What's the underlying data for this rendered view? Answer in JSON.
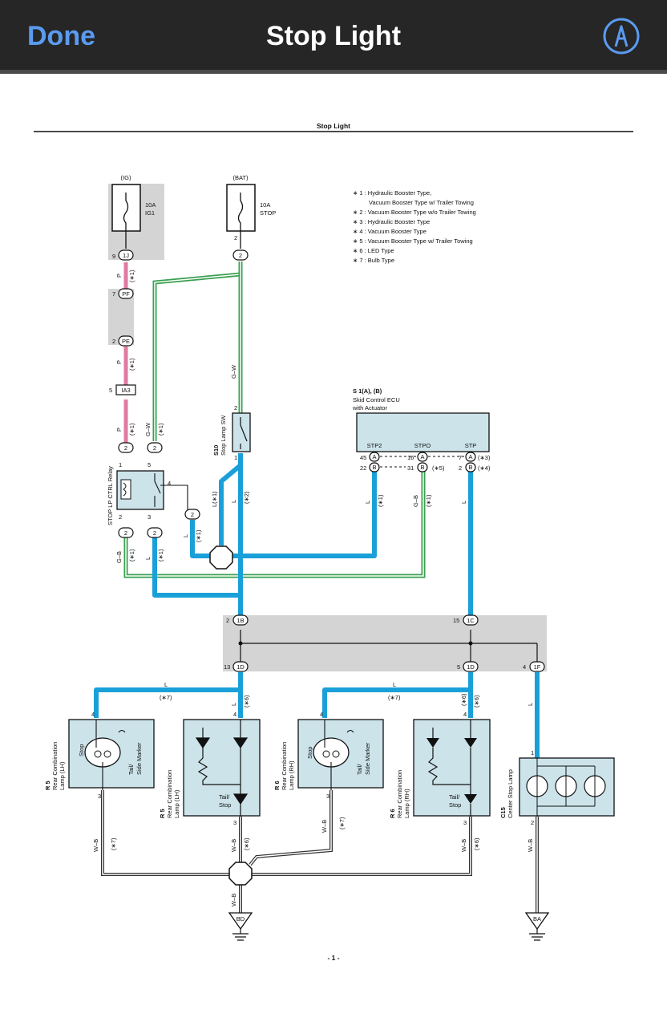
{
  "nav": {
    "done_label": "Done",
    "title": "Stop Light",
    "markup_icon": "pen-markup-icon",
    "accent": "#5a9bf0"
  },
  "diagram": {
    "header": "Stop Light",
    "page_number": "- 1 -",
    "colors": {
      "wire_L": "#1aa0d8",
      "wire_P": "#e07aa0",
      "wire_G": "#3aa050",
      "component_fill": "#cce3ea",
      "shade": "#d4d4d4"
    },
    "sources": {
      "ig": "(IG)",
      "bat": "(BAT)"
    },
    "fuses": {
      "ig1_amp": "10A",
      "ig1_name": "IG1",
      "stop_amp": "10A",
      "stop_name": "STOP"
    },
    "notes": [
      "∗ 1 : Hydraulic Booster Type,",
      "Vacuum Booster Type w/ Trailer Towing",
      "∗ 2 : Vacuum Booster Type w/o Trailer Towing",
      "∗ 3 : Hydraulic Booster Type",
      "∗ 4 : Vacuum Booster Type",
      "∗ 5 : Vacuum Booster Type w/ Trailer Towing",
      "∗ 6 : LED Type",
      "∗ 7 : Bulb Type"
    ],
    "ecu": {
      "code": "S 1(A), (B)",
      "name": "Skid Control ECU",
      "name2": "with Actuator",
      "pins": [
        "STP2",
        "STPO",
        "STP"
      ]
    },
    "connectors": {
      "1J": "1J",
      "PF": "PF",
      "PE": "PE",
      "IA3": "IA3",
      "1B": "1B",
      "1C": "1C",
      "1D": "1D",
      "1F": "1F",
      "A": "A",
      "B": "B",
      "BD": "BD",
      "BA": "BA",
      "c2": "2"
    },
    "pins": {
      "p9": "9",
      "p7": "7",
      "p2": "2",
      "p5": "5",
      "p1": "1",
      "p3": "3",
      "p4": "4",
      "p45": "45",
      "p16": "16",
      "p22": "22",
      "p31": "31",
      "p15": "15",
      "p13": "13"
    },
    "wire_labels": {
      "P": "P",
      "GW": "G–W",
      "L": "L",
      "GB": "G–B",
      "WB": "W–B",
      "L1": "L(∗1)"
    },
    "notes_tags": {
      "n1": "(∗1)",
      "n2": "(∗2)",
      "n3": "(∗3)",
      "n4": "(∗4)",
      "n5": "(∗5)",
      "n6": "(∗6)",
      "n7": "(∗7)"
    },
    "components": {
      "stop_sw_code": "S10",
      "stop_sw_name": "Stop Lamp SW",
      "relay_name": "STOP LP CTRL Relay",
      "r5_code": "R 5",
      "r5_name": "Rear Combination",
      "r5_name2": "Lamp (LH)",
      "r6_code": "R 6",
      "r6_name": "Rear Combination",
      "r6_name2": "Lamp (RH)",
      "c15_code": "C15",
      "c15_name": "Center Stop Lamp",
      "stop": "Stop",
      "tail_side": "Tail/",
      "side_marker": "Side Marker",
      "tail_stop": "Tail/",
      "stop2": "Stop"
    }
  }
}
